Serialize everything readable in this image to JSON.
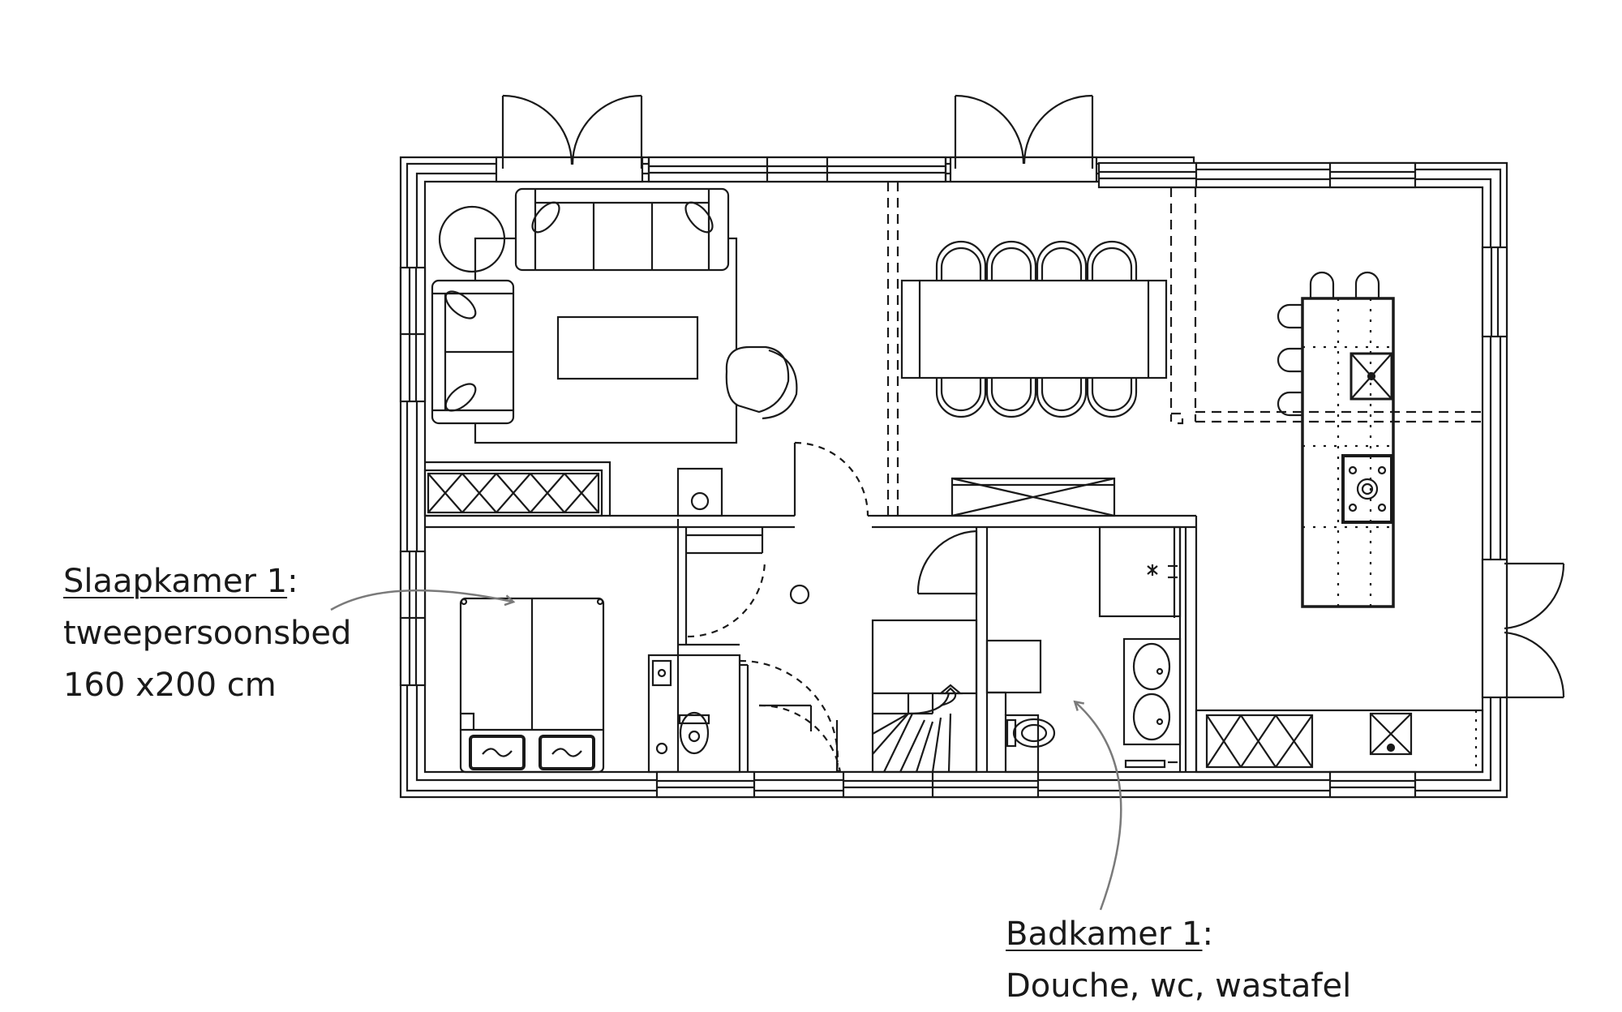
{
  "labels": {
    "slaapkamer": {
      "title": "Slaapkamer 1",
      "colon": ":",
      "line1": "tweepersoonsbed",
      "line2": "160 x200 cm"
    },
    "badkamer": {
      "title": "Badkamer 1",
      "colon": ":",
      "line1": "Douche, wc, wastafel"
    }
  },
  "colors": {
    "lines": "#1a1a1a",
    "arrows": "#7a7a7a",
    "background": "#ffffff"
  }
}
